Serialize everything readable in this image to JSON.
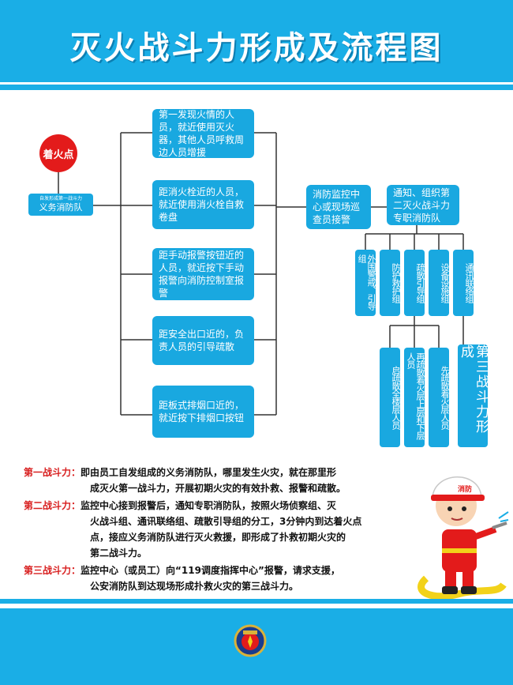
{
  "title": "灭火战斗力形成及流程图",
  "fire_point": "着火点",
  "volunteer_team": {
    "small": "自发形成第一战斗力",
    "label": "义务消防队"
  },
  "left_steps": [
    "第一发现火情的人员，就近使用灭火器，其他人员呼救周边人员增援",
    "距消火栓近的人员，就近使用消火栓自救卷盘",
    "距手动报警按钮近的人员，就近按下手动报警向消防控制室报警",
    "距安全出口近的，负责人员的引导疏散",
    "距板式排烟口近的，就近按下排烟口按钮"
  ],
  "monitor_box": "消防监控中心或现场巡查员接警",
  "notify_box": "通知、组织第二灭火战斗力专职消防队",
  "groups": [
    "外围警戒、引导组",
    "防护救护组",
    "疏散引导组",
    "设备设施组",
    "通讯联络组"
  ],
  "sub_groups": [
    "启疏散全楼层人员",
    "再疏散着火层上层和下层人员",
    "先疏散着火层人员"
  ],
  "third_force_label": "第三战斗力形成",
  "descriptions": [
    {
      "label": "第一战斗力：",
      "lines": [
        "即由员工自发组成的义务消防队，哪里发生火灾，就在那里形",
        "成灭火第一战斗力，开展初期火灾的有效扑救、报警和疏散。"
      ]
    },
    {
      "label": "第二战斗力：",
      "lines": [
        "监控中心接到报警后，通知专职消防队，按照火场侦察组、灭",
        "火战斗组、通讯联络组、疏散引导组的分工，3分钟内到达着火点",
        "点，接应义务消防队进行灭火救援，即形成了扑救初期火灾的",
        "第二战斗力。"
      ]
    },
    {
      "label": "第三战斗力：",
      "lines": [
        "监控中心（或员工）向“119调度指挥中心”报警，请求支援，",
        "公安消防队到达现场形成扑救火灾的第三战斗力。"
      ]
    }
  ],
  "helmet_text": "消防",
  "colors": {
    "blue": "#1aaee6",
    "red": "#e31b1b"
  }
}
